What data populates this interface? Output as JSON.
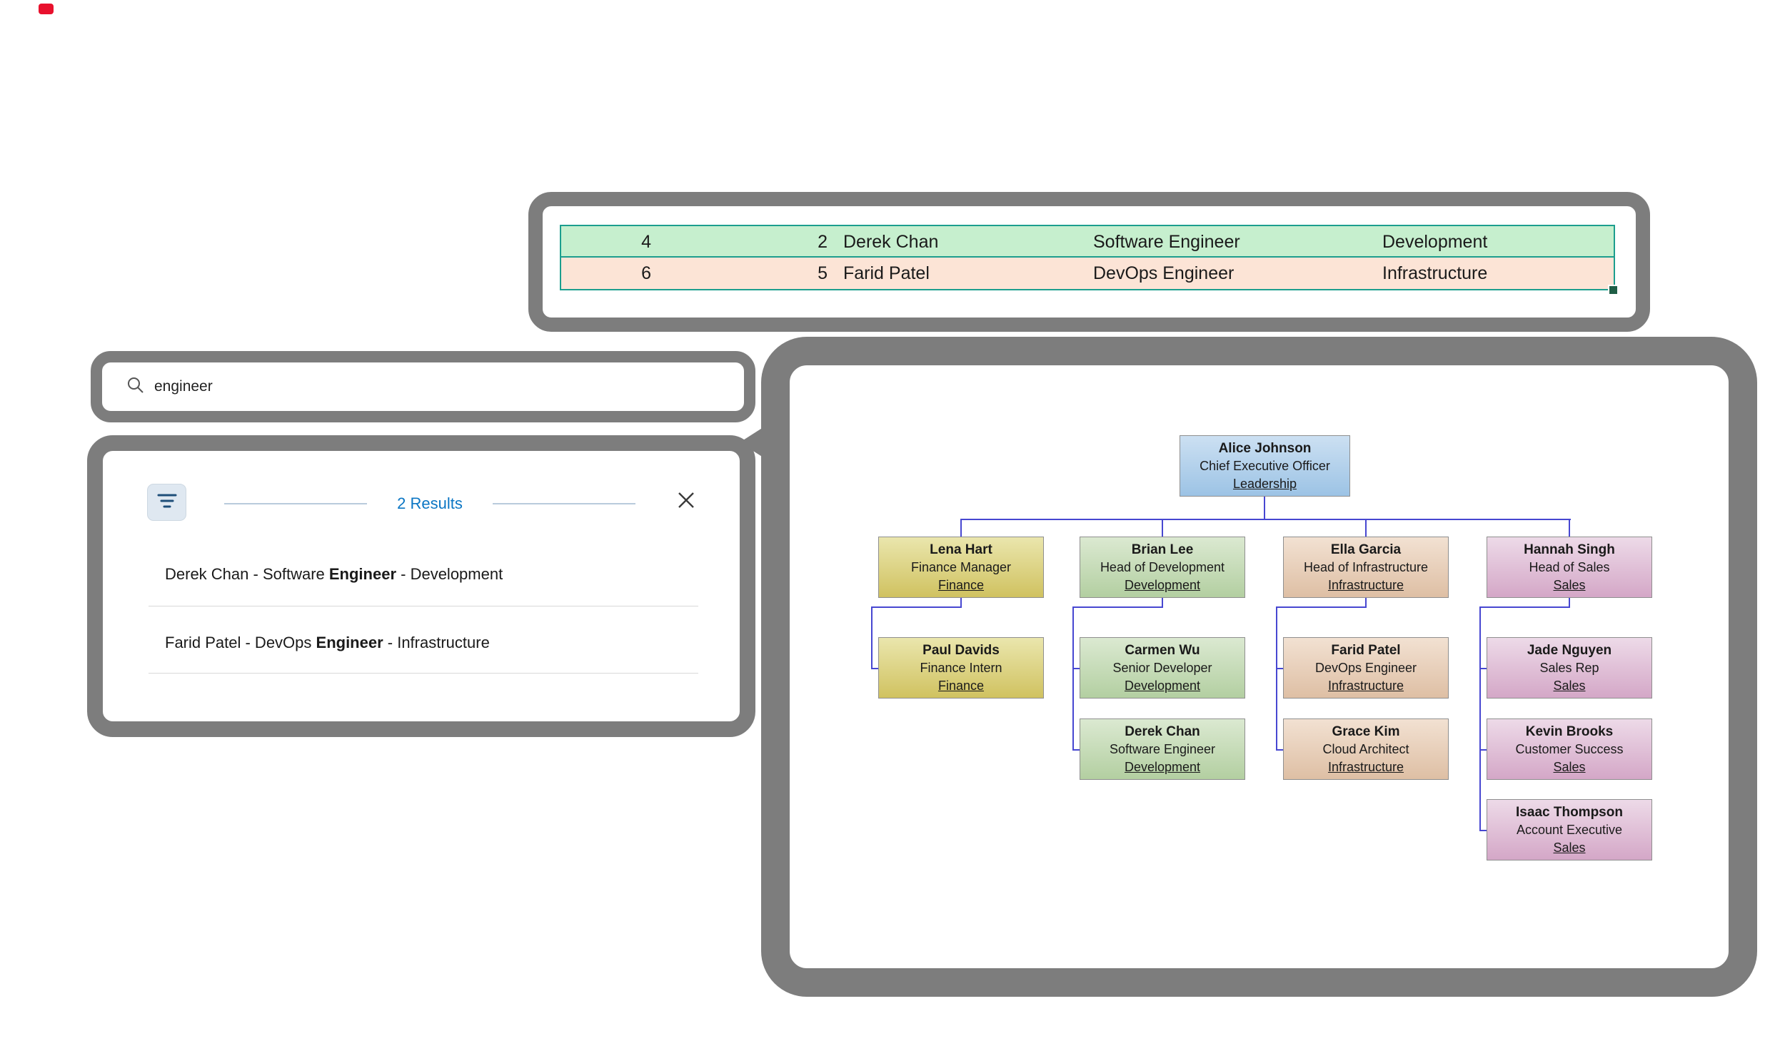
{
  "spreadsheet": {
    "rows": [
      {
        "cells": [
          "4",
          "2",
          "Derek Chan",
          "Software Engineer",
          "Development"
        ]
      },
      {
        "cells": [
          "6",
          "5",
          "Farid Patel",
          "DevOps Engineer",
          "Infrastructure"
        ]
      }
    ]
  },
  "search": {
    "query": "engineer"
  },
  "results_panel": {
    "count_label": "2 Results",
    "items": [
      {
        "prefix": "Derek Chan - Software ",
        "match": "Engineer",
        "suffix": " - Development"
      },
      {
        "prefix": "Farid Patel - DevOps ",
        "match": "Engineer",
        "suffix": " - Infrastructure"
      }
    ]
  },
  "org_chart": {
    "nodes": [
      {
        "name": "Alice Johnson",
        "title": "Chief Executive Officer",
        "dept": "Leadership"
      },
      {
        "name": "Lena Hart",
        "title": "Finance Manager",
        "dept": "Finance"
      },
      {
        "name": "Brian Lee",
        "title": "Head of Development",
        "dept": "Development"
      },
      {
        "name": "Ella Garcia",
        "title": "Head of Infrastructure",
        "dept": "Infrastructure"
      },
      {
        "name": "Hannah Singh",
        "title": "Head of Sales",
        "dept": "Sales"
      },
      {
        "name": "Paul Davids",
        "title": "Finance Intern",
        "dept": "Finance"
      },
      {
        "name": "Carmen Wu",
        "title": "Senior Developer",
        "dept": "Development"
      },
      {
        "name": "Farid Patel",
        "title": "DevOps Engineer",
        "dept": "Infrastructure"
      },
      {
        "name": "Jade Nguyen",
        "title": "Sales Rep",
        "dept": "Sales"
      },
      {
        "name": "Derek Chan",
        "title": "Software Engineer",
        "dept": "Development"
      },
      {
        "name": "Grace Kim",
        "title": "Cloud Architect",
        "dept": "Infrastructure"
      },
      {
        "name": "Kevin Brooks",
        "title": "Customer Success",
        "dept": "Sales"
      },
      {
        "name": "Isaac Thompson",
        "title": "Account Executive",
        "dept": "Sales"
      }
    ]
  },
  "colors": {
    "record_dot": "#e8112d",
    "panel_border": "#7d7d7d",
    "table_border": "#1c9e8e",
    "row1_bg": "#C6EFCE",
    "row2_bg": "#FCE4D6",
    "fill_handle": "#1f5e46",
    "accent_blue": "#0b76c4",
    "filter_btn_bg": "#dfe8f1",
    "filter_icon": "#1e4e79",
    "divider": "#d9d9d9",
    "connector": "#4747d1",
    "node_border": "#8f8f8f",
    "leadership_top": "#cce0f2",
    "leadership_bottom": "#9cc3e5",
    "finance_top": "#eae6ad",
    "finance_bottom": "#d0c260",
    "development_top": "#dbe9d1",
    "development_bottom": "#b3cfa1",
    "infrastructure_top": "#f2e1d2",
    "infrastructure_bottom": "#debfa4",
    "sales_top": "#eddae8",
    "sales_bottom": "#d4a7c7"
  }
}
